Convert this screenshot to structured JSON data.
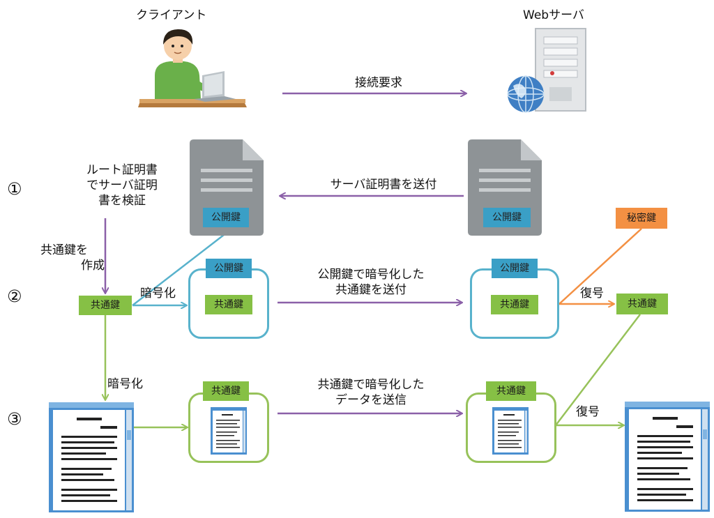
{
  "labels": {
    "client": "クライアント",
    "server": "Webサーバ",
    "connect_request": "接続要求",
    "send_cert": "サーバ証明書を送付",
    "verify_line1": "ルート証明書",
    "verify_line2": "でサーバ証明",
    "verify_line3": "書を検証",
    "create_line1": "共通鍵を",
    "create_line2": "作成",
    "encrypt": "暗号化",
    "send_enc_key_line1": "公開鍵で暗号化した",
    "send_enc_key_line2": "共通鍵を送付",
    "decrypt": "復号",
    "send_data_line1": "共通鍵で暗号化した",
    "send_data_line2": "データを送信"
  },
  "steps": [
    "①",
    "②",
    "③"
  ],
  "keys": {
    "public_key": "公開鍵",
    "common_key": "共通鍵",
    "secret_key": "秘密鍵"
  },
  "colors": {
    "purple_arrow": "#8b60a8",
    "public_key": "#3a9fc6",
    "common_key": "#86c045",
    "secret_key": "#f39043",
    "doc_gray": "#8e9396"
  }
}
